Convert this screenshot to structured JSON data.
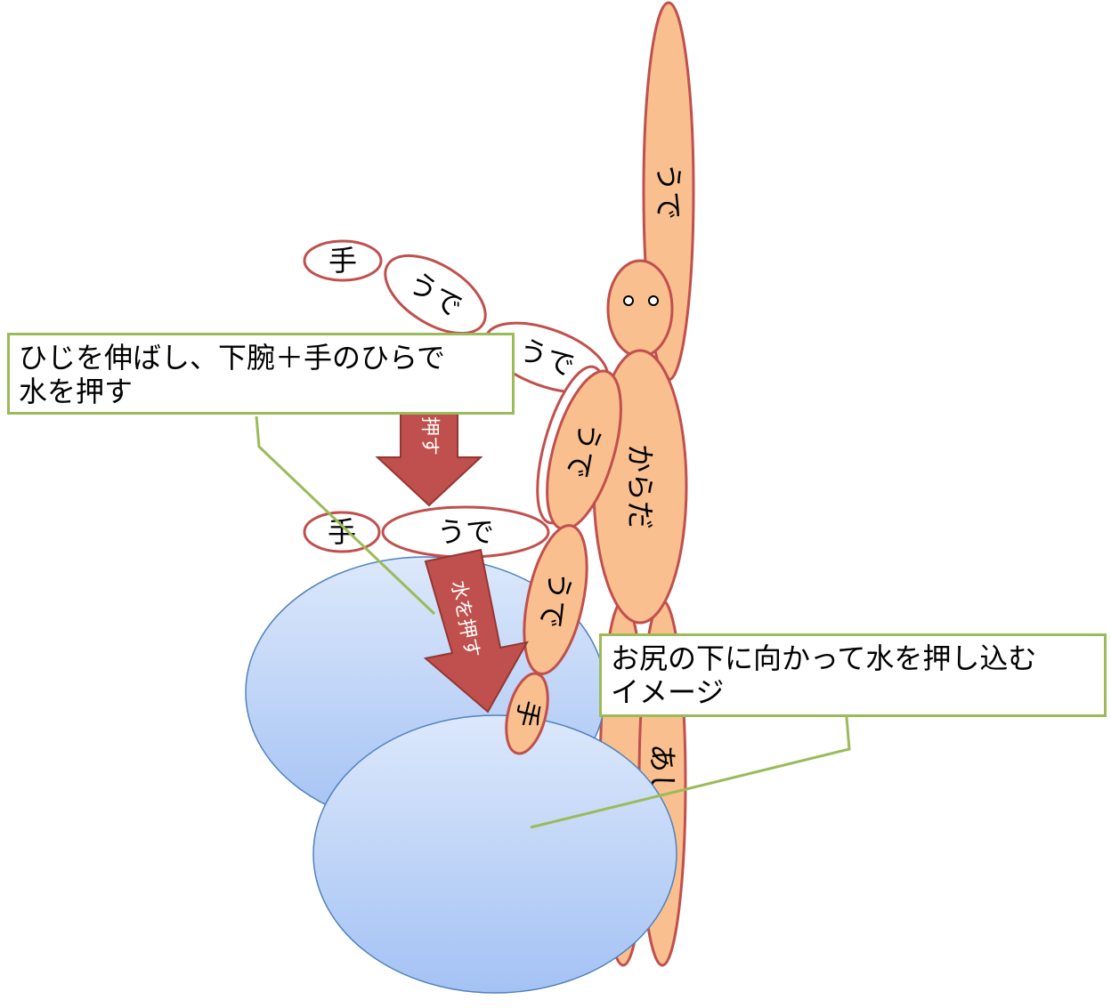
{
  "labels": {
    "raised_arm": "うで",
    "body": "からだ",
    "leg": "あし",
    "upper_hand": "手",
    "upper_forearm": "うで",
    "upper_upperarm": "うで",
    "mid_hand": "手",
    "mid_forearm": "うで",
    "side_upperarm": "うで",
    "lower_upperarm": "うで",
    "lower_hand": "手"
  },
  "arrows": {
    "push_small": "押す",
    "push_water": "水を押す"
  },
  "callouts": {
    "top_line1": "ひじを伸ばし、下腕＋手のひらで",
    "top_line2": "水を押す",
    "bottom_line1": "お尻の下に向かって水を押し込む",
    "bottom_line2": "イメージ"
  },
  "colors": {
    "limb_fill": "#f9bf8f",
    "limb_stroke": "#c0504d",
    "water_fill_top": "#dce8fb",
    "water_fill_bottom": "#a4c2f4",
    "water_stroke": "#4f81bd",
    "arrow_fill": "#c0504d",
    "callout_border": "#9bbb59"
  }
}
